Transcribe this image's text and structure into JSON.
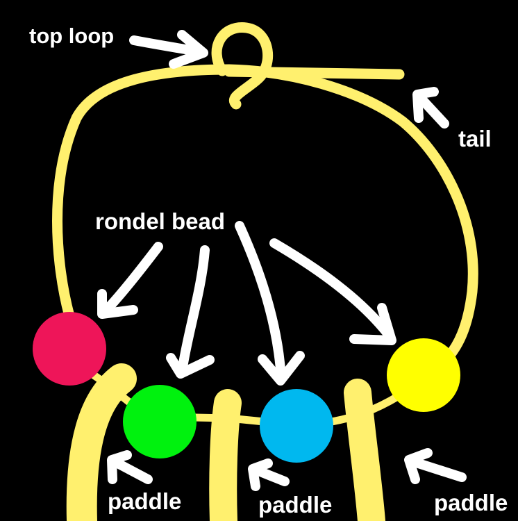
{
  "labels": {
    "top_loop": "top loop",
    "tail": "tail",
    "rondel_bead": "rondel bead",
    "paddle_left": "paddle",
    "paddle_middle": "paddle",
    "paddle_right": "paddle"
  },
  "colors": {
    "background": "#000000",
    "cord": "#fff06e",
    "paddle": "#fff06e",
    "arrow": "#ffffff",
    "bead_red": "#ee1559",
    "bead_green": "#00f20e",
    "bead_blue": "#00b8ef",
    "bead_yellow": "#ffff00"
  }
}
